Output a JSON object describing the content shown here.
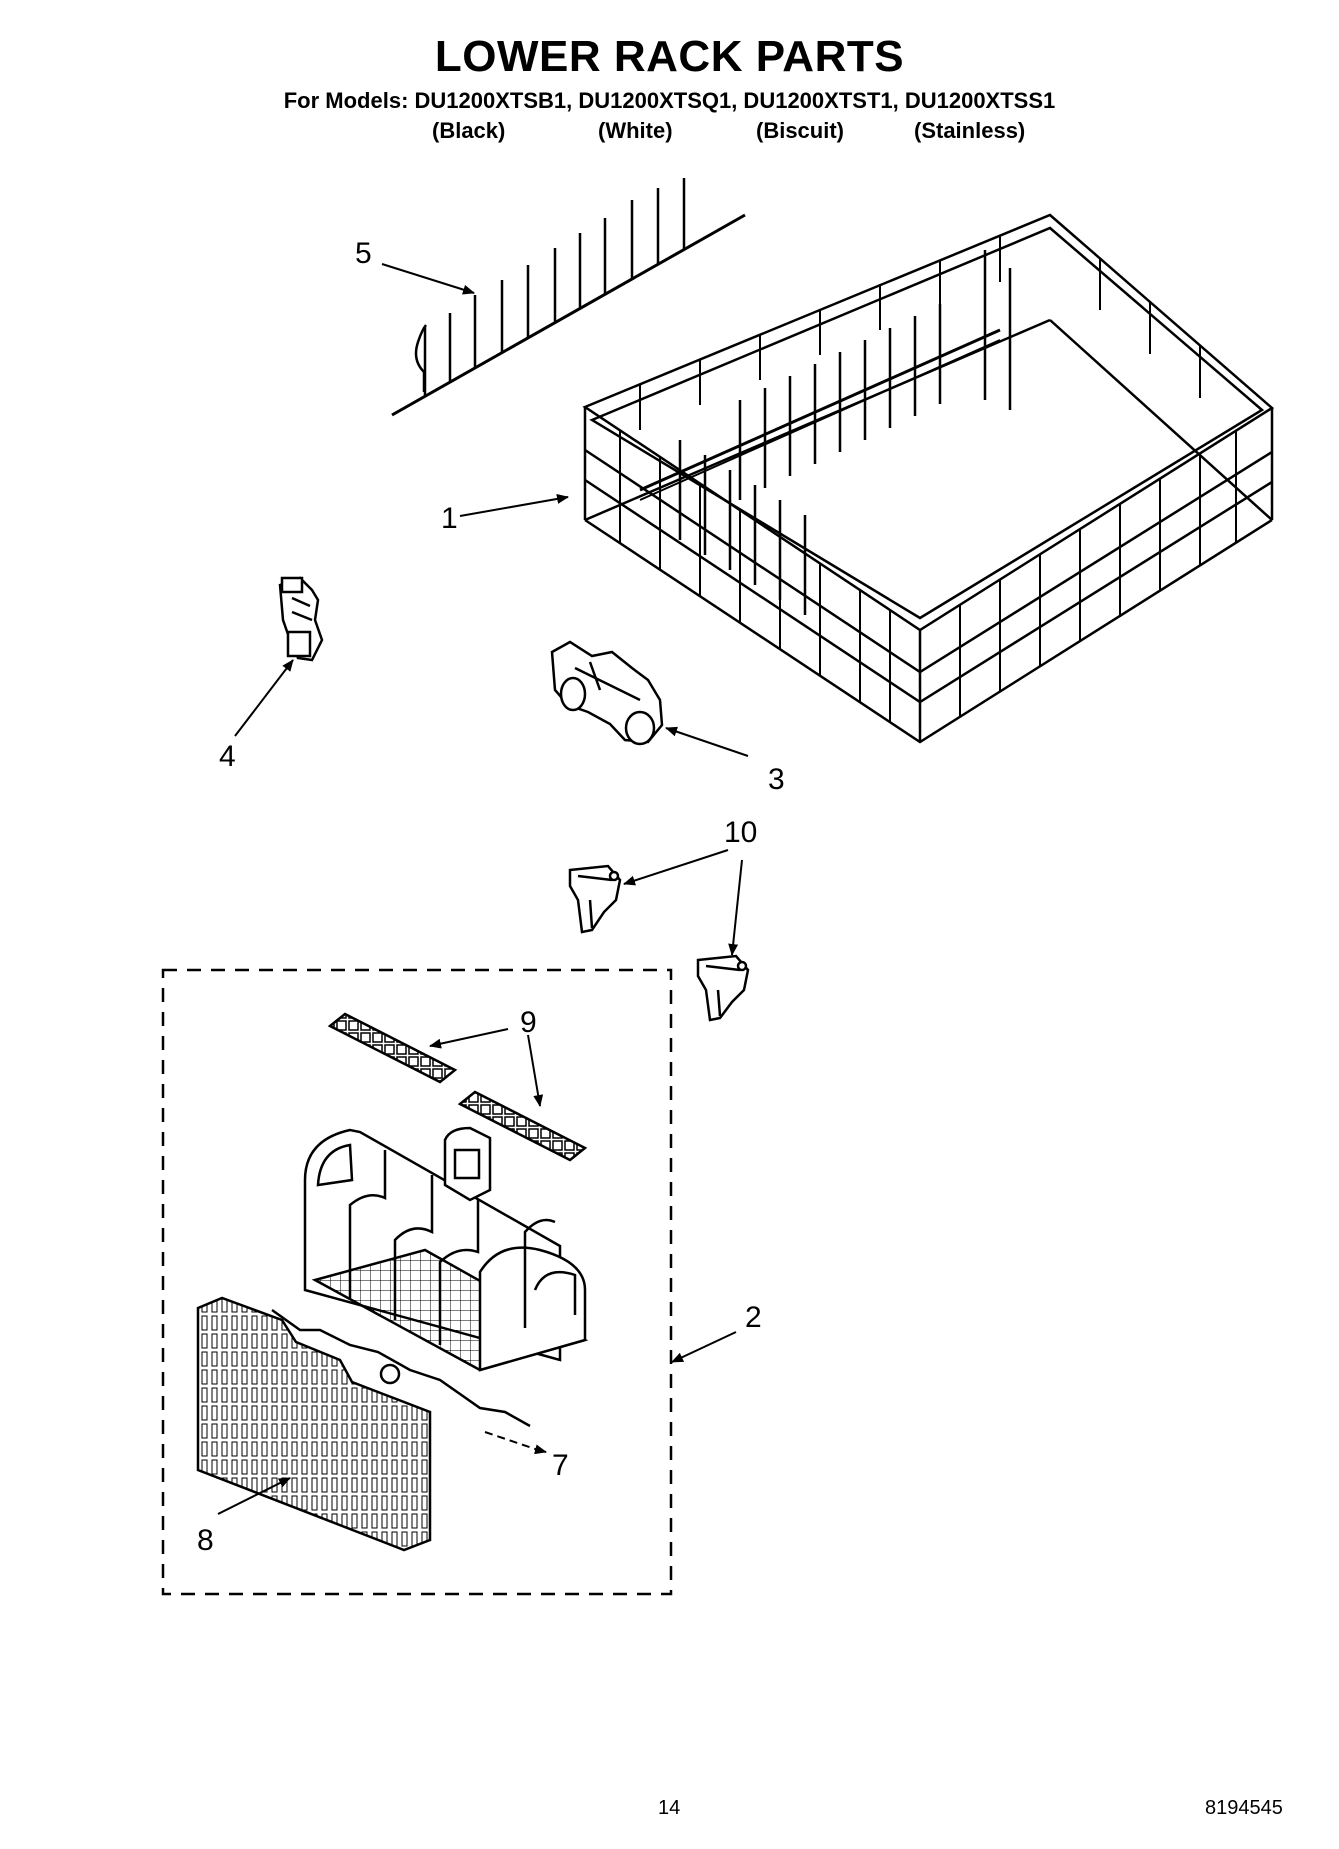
{
  "title": "LOWER RACK PARTS",
  "models_line": "For Models: DU1200XTSB1, DU1200XTSQ1, DU1200XTST1, DU1200XTSS1",
  "colors": [
    "(Black)",
    "(White)",
    "(Biscuit)",
    "(Stainless)"
  ],
  "callouts": {
    "c1": "1",
    "c2": "2",
    "c3": "3",
    "c4": "4",
    "c5": "5",
    "c7": "7",
    "c8": "8",
    "c9": "9",
    "c10": "10"
  },
  "footer": {
    "page_number": "14",
    "doc_number": "8194545"
  }
}
